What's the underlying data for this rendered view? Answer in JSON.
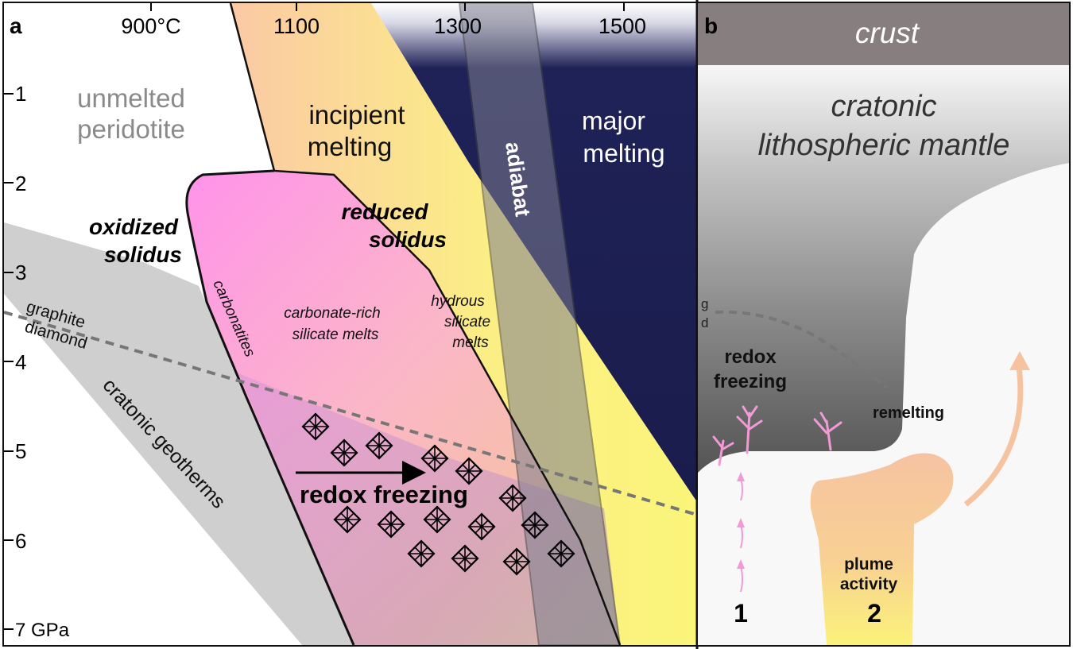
{
  "panel_a": {
    "panel_label": "a",
    "temperature_ticks": [
      "900°C",
      "1100",
      "1300",
      "1500"
    ],
    "pressure_ticks": [
      "1",
      "2",
      "3",
      "4",
      "5",
      "6",
      "7 GPa"
    ],
    "regions": {
      "unmelted": [
        "unmelted",
        "peridotite"
      ],
      "incipient": [
        "incipient",
        "melting"
      ],
      "major": [
        "major",
        "melting"
      ],
      "adiabat": "adiabat",
      "oxidized_solidus": [
        "oxidized",
        "solidus"
      ],
      "reduced_solidus": [
        "reduced",
        "solidus"
      ],
      "carbonatites": "carbonatites",
      "carbonate_rich": [
        "carbonate-rich",
        "silicate melts"
      ],
      "hydrous": [
        "hydrous",
        "silicate",
        "melts"
      ],
      "graphite": "graphite",
      "diamond": "diamond",
      "geotherms": "cratonic geotherms",
      "redox_freezing": "redox freezing"
    },
    "colors": {
      "pink": "#f58ee0",
      "yellow": "#faf27a",
      "navy": "#1c1f50",
      "gray_band": "#c8c8c8",
      "purple": "#b98fc4",
      "dashed_line": "#777777"
    }
  },
  "panel_b": {
    "panel_label": "b",
    "crust": "crust",
    "mantle": [
      "cratonic",
      "lithospheric mantle"
    ],
    "g_label": "g",
    "d_label": "d",
    "redox_freezing": [
      "redox",
      "freezing"
    ],
    "remelting": "remelting",
    "plume_activity": [
      "plume",
      "activity"
    ],
    "marker_1": "1",
    "marker_2": "2",
    "colors": {
      "crust": "#867e7f",
      "mantle_dark": "#575757",
      "plume": "#f6c3a1",
      "plume_yellow": "#fbe88b",
      "dendrite": "#f19ad6"
    }
  }
}
